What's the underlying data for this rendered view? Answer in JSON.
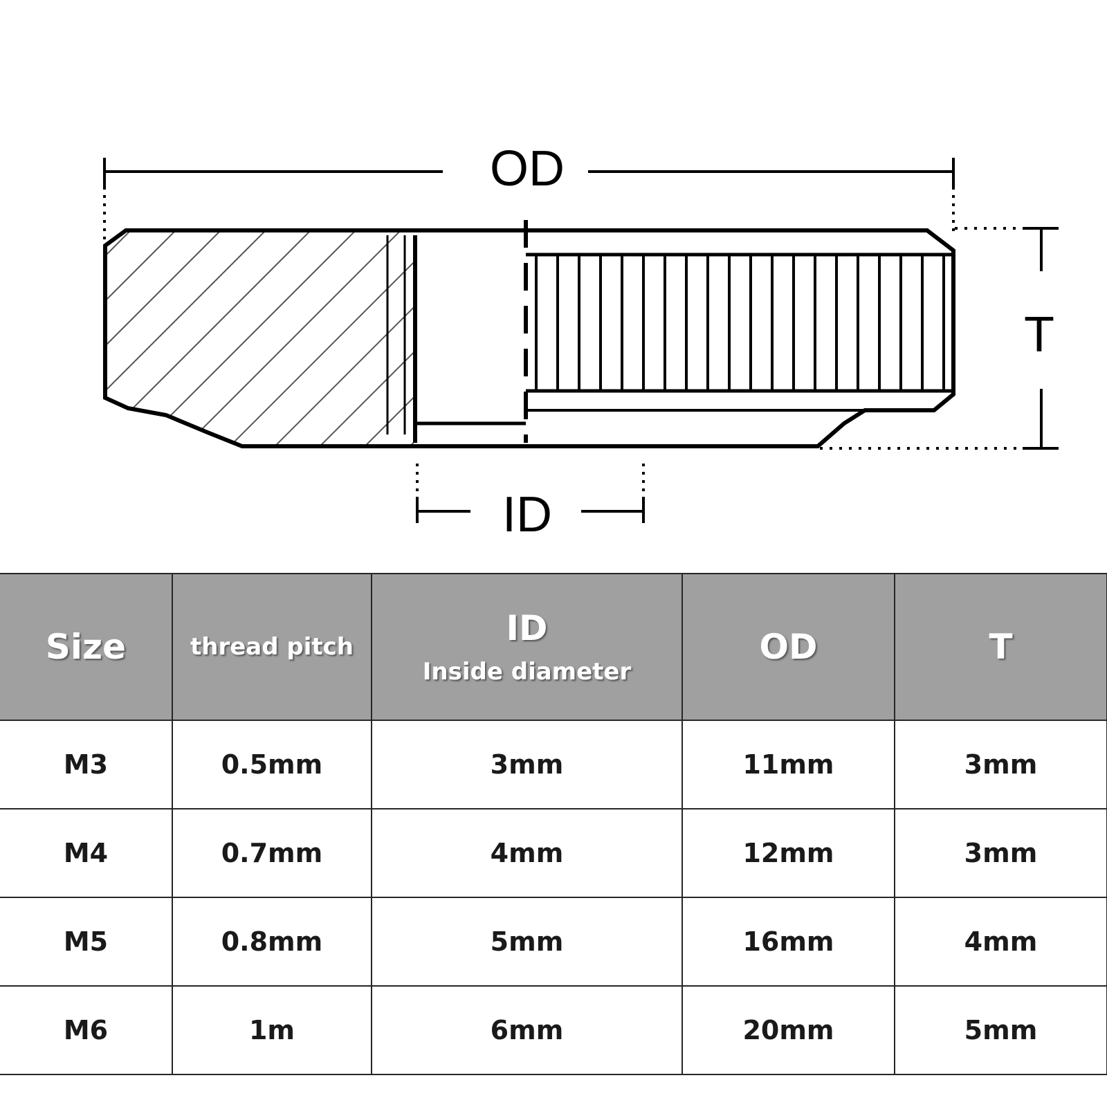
{
  "diagram": {
    "od_label": "OD",
    "id_label": "ID",
    "t_label": "T"
  },
  "table": {
    "headers": {
      "size": "Size",
      "thread_pitch": "thread pitch",
      "id": "ID",
      "id_sub": "Inside diameter",
      "od": "OD",
      "t": "T"
    },
    "rows": [
      {
        "size": "M3",
        "pitch": "0.5mm",
        "id": "3mm",
        "od": "11mm",
        "t": "3mm"
      },
      {
        "size": "M4",
        "pitch": "0.7mm",
        "id": "4mm",
        "od": "12mm",
        "t": "3mm"
      },
      {
        "size": "M5",
        "pitch": "0.8mm",
        "id": "5mm",
        "od": "16mm",
        "t": "4mm"
      },
      {
        "size": "M6",
        "pitch": "1m",
        "id": "6mm",
        "od": "20mm",
        "t": "5mm"
      }
    ]
  },
  "colors": {
    "header_bg": "#a0a0a0",
    "header_text": "#ffffff",
    "border": "#262626"
  }
}
